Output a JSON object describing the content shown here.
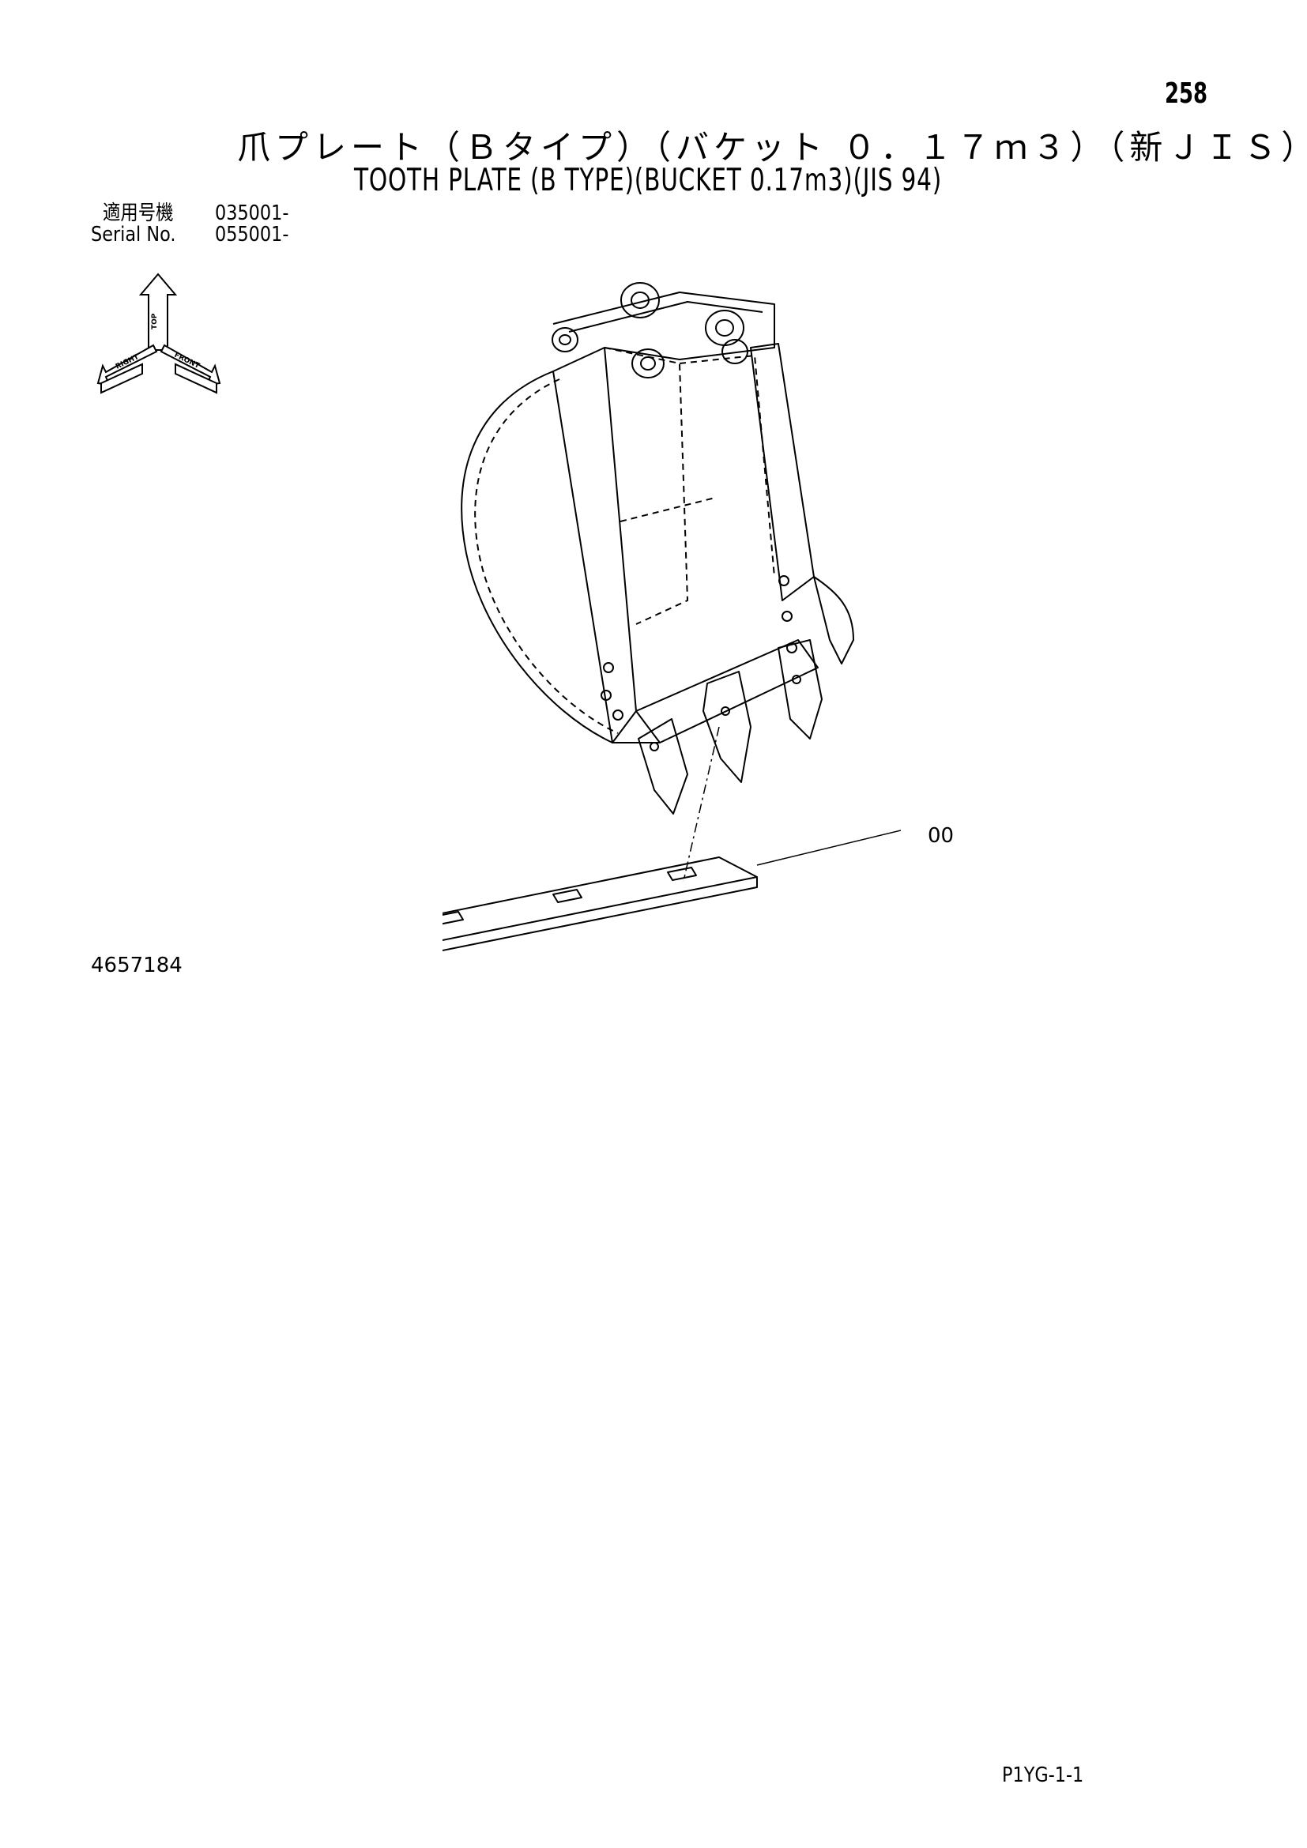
{
  "page": {
    "page_number": "258",
    "title_jp": "爪プレート（Ｂタイプ）（バケット ０．１７ｍ３）（新ＪＩＳ）",
    "title_en": "TOOTH PLATE (B TYPE)(BUCKET 0.17m3)(JIS 94)",
    "diagram_number": "4657184",
    "page_code": "P1YG-1-1"
  },
  "serial": {
    "jp_label": "適用号機",
    "jp_value": "035001-",
    "en_label": "Serial No.",
    "en_value": "055001-"
  },
  "orientation": {
    "labels": [
      "TOP",
      "RIGHT",
      "FRONT"
    ]
  },
  "parts": [
    {
      "callout": "00"
    }
  ],
  "icons": [
    "orientation-icon",
    "bucket-drawing"
  ]
}
